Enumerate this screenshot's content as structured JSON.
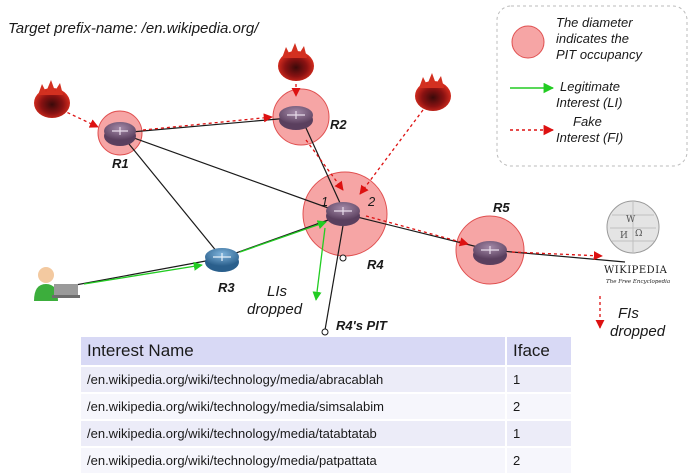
{
  "target_prefix": "Target prefix-name: /en.wikipedia.org/",
  "legend": {
    "pit_note": [
      "The diameter",
      "indicates the",
      "PIT occupancy"
    ],
    "legit": [
      "Legitimate",
      "Interest (LI)"
    ],
    "fake": [
      "Fake",
      "Interest (FI)"
    ]
  },
  "routers": {
    "r1": "R1",
    "r2": "R2",
    "r3": "R3",
    "r4": "R4",
    "r5": "R5"
  },
  "interfaces": {
    "if1": "1",
    "if2": "2"
  },
  "labels": {
    "lis_dropped": [
      "LIs",
      "dropped"
    ],
    "fis_dropped": [
      "FIs",
      "dropped"
    ],
    "pit_title": "R4's PIT"
  },
  "wikipedia": {
    "name": "WIKIPEDIA",
    "tagline": "The Free Encyclopedia"
  },
  "pit_table": {
    "headers": [
      "Interest Name",
      "Iface"
    ],
    "rows": [
      [
        "/en.wikipedia.org/wiki/technology/media/abracablah",
        "1"
      ],
      [
        "/en.wikipedia.org/wiki/technology/media/simsalabim",
        "2"
      ],
      [
        "/en.wikipedia.org/wiki/technology/media/tatabtatab",
        "1"
      ],
      [
        "/en.wikipedia.org/wiki/technology/media/patpattata",
        "2"
      ]
    ]
  },
  "colors": {
    "pit_fill": "#f6a5a5",
    "pit_stroke": "#e05050",
    "legit_arrow": "#22cc22",
    "fake_arrow": "#dd1111",
    "router": "#7b5a7f",
    "router_blue": "#3d7fb0"
  }
}
